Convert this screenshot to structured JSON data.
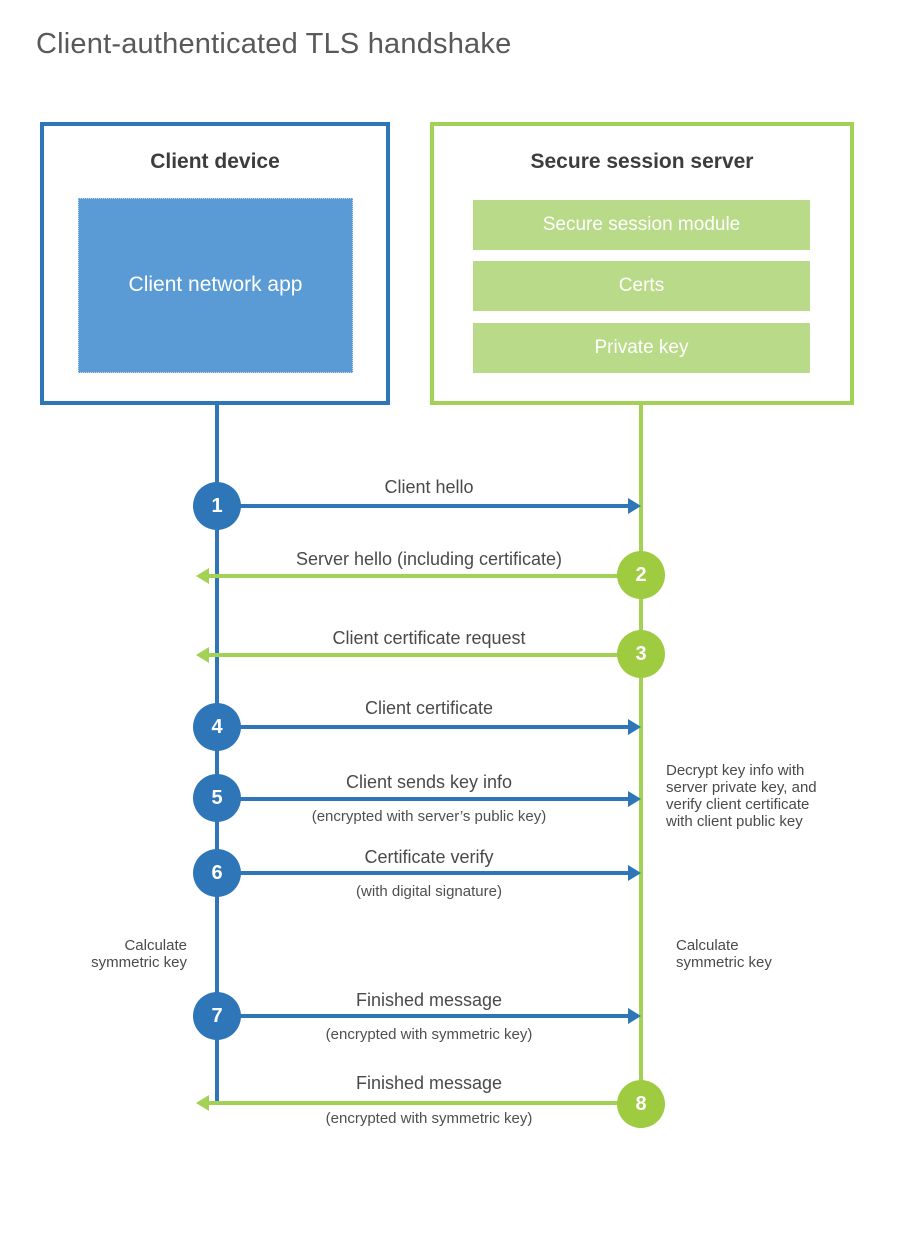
{
  "title": "Client-authenticated TLS handshake",
  "client": {
    "title": "Client device",
    "app_label": "Client network app"
  },
  "server": {
    "title": "Secure session server",
    "modules": [
      "Secure session module",
      "Certs",
      "Private key"
    ]
  },
  "messages": [
    {
      "num": "1",
      "label": "Client hello",
      "direction": "right",
      "color": "blue"
    },
    {
      "num": "2",
      "label": "Server hello (including certificate)",
      "direction": "left",
      "color": "green"
    },
    {
      "num": "3",
      "label": "Client certificate request",
      "direction": "left",
      "color": "green"
    },
    {
      "num": "4",
      "label": "Client certificate",
      "direction": "right",
      "color": "blue"
    },
    {
      "num": "5",
      "label": "Client sends key info",
      "sub": "(encrypted with server’s public key)",
      "direction": "right",
      "color": "blue"
    },
    {
      "num": "6",
      "label": "Certificate verify",
      "sub": "(with digital signature)",
      "direction": "right",
      "color": "blue"
    },
    {
      "num": "7",
      "label": "Finished message",
      "sub": "(encrypted with symmetric key)",
      "direction": "right",
      "color": "blue"
    },
    {
      "num": "8",
      "label": "Finished message",
      "sub": "(encrypted with symmetric key)",
      "direction": "left",
      "color": "green"
    }
  ],
  "notes": {
    "server_side": "Decrypt key info with server private key, and verify client certificate with client public key",
    "client_calc": "Calculate symmetric key",
    "server_calc": "Calculate symmetric key"
  },
  "colors": {
    "blue": "#2e76b8",
    "blue_fill": "#5b9bd5",
    "green": "#a3d155",
    "green_circle": "#9ecb40",
    "green_fill": "#b9da88"
  }
}
